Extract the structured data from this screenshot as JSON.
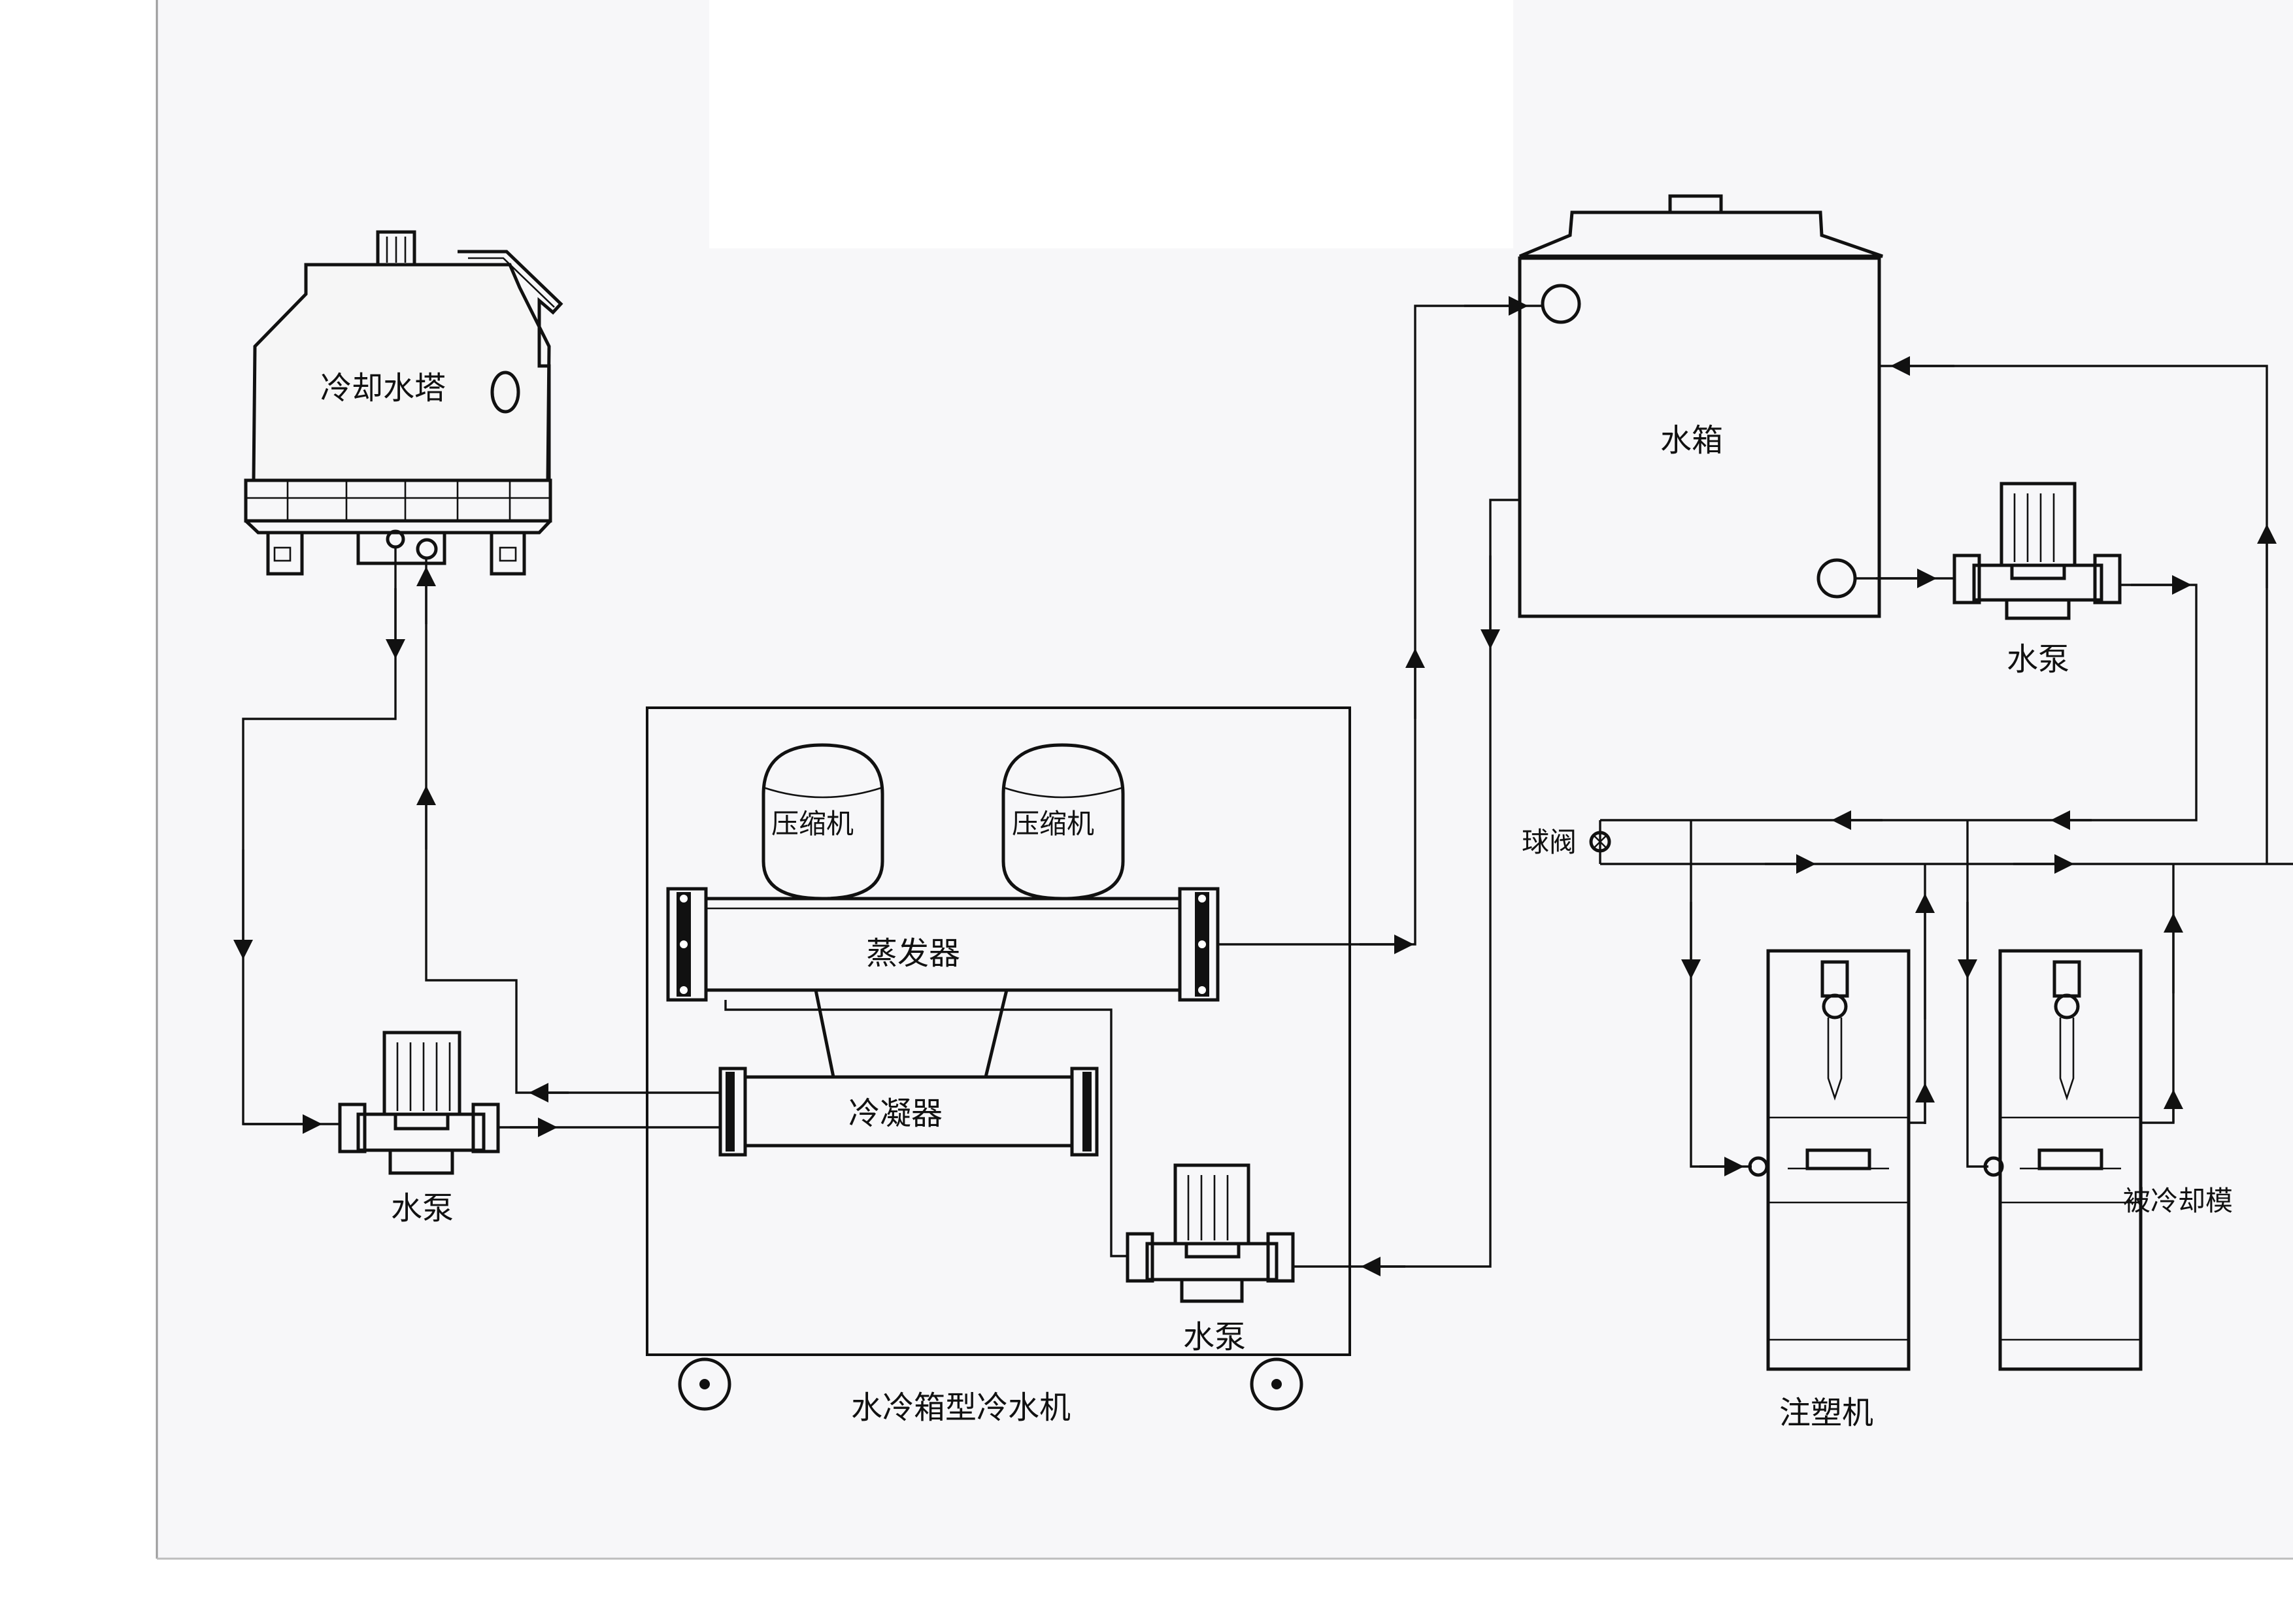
{
  "labels": {
    "cooling_tower": "冷却水塔",
    "water_tank": "水箱",
    "pump_left": "水泵",
    "pump_chiller": "水泵",
    "pump_right": "水泵",
    "compressor_1": "压缩机",
    "compressor_2": "压缩机",
    "evaporator": "蒸发器",
    "condenser": "冷凝器",
    "chiller": "水冷箱型冷水机",
    "ball_valve": "球阀",
    "cooled_mold": "被冷却模",
    "injection_machine": "注塑机"
  }
}
